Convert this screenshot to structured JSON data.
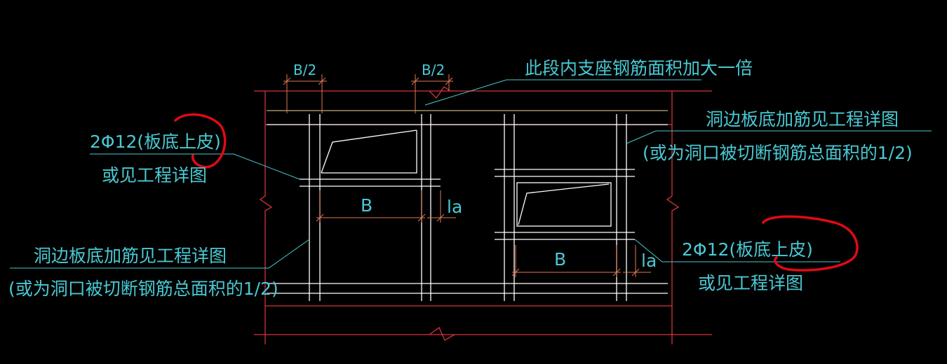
{
  "colors": {
    "background": "#000000",
    "border_red": "#d8323c",
    "rebar_white": "#ffffff",
    "dimension_orange": "#e07a55",
    "text_cyan": "#49c9d3",
    "leader_cyan": "#49c9d3",
    "highlight_circle_red": "#e00a14",
    "pale_yellow": "#f0d7a0"
  },
  "labels": {
    "dim_b_half_left": "B/2",
    "dim_b_half_right": "B/2",
    "support_note": "此段内支座钢筋面积加大一倍",
    "hole_edge_note_right_line1": "洞边板底加筋见工程详图",
    "hole_edge_note_right_line2": "(或为洞口被切断钢筋总面积的1/2)",
    "rebar_left_line1": "2Φ12(板底上皮)",
    "rebar_left_line2": "或见工程详图",
    "dim_b_left": "B",
    "dim_la_left": "la",
    "hole_edge_note_left_line1": "洞边板底加筋见工程详图",
    "hole_edge_note_left_line2": "(或为洞口被切断钢筋总面积的1/2)",
    "rebar_right_line1": "2Φ12(板底上皮)",
    "rebar_right_line2": "或见工程详图",
    "dim_b_right": "B",
    "dim_la_right": "la"
  }
}
